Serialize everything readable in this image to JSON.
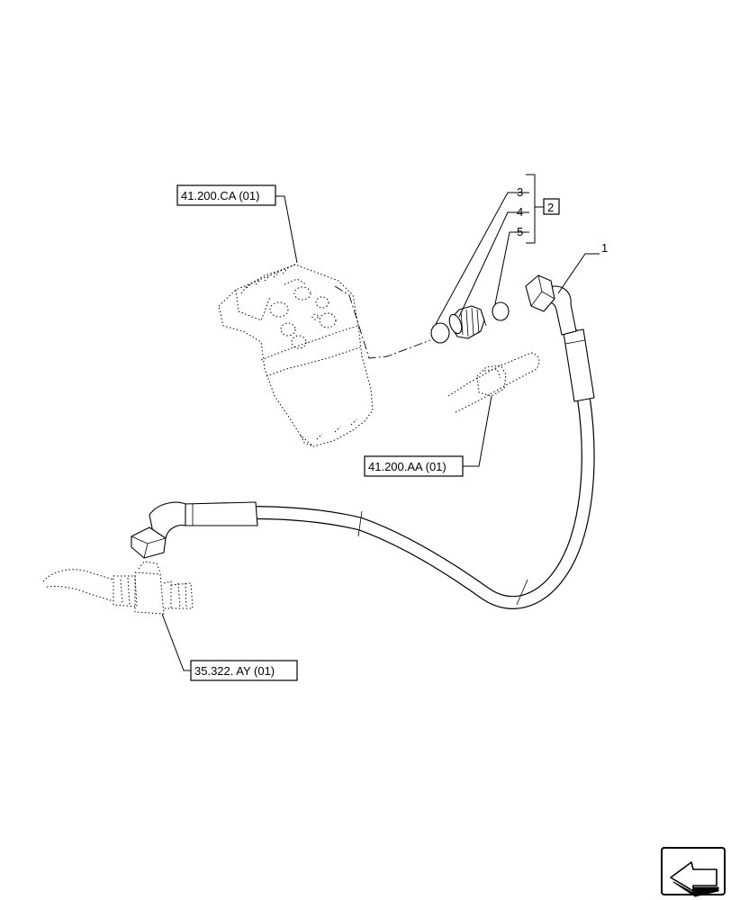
{
  "references": {
    "steering_unit": "41.200.CA (01)",
    "steering_cylinder": "41.200.AA (01)",
    "tee_fitting": "35.322. AY (01)"
  },
  "callouts": {
    "hose": "1",
    "kit": "2",
    "adapter": "3",
    "o_ring_large": "4",
    "o_ring_small": "5"
  },
  "icons": {
    "navigation": "previous-page-arrow-icon"
  }
}
